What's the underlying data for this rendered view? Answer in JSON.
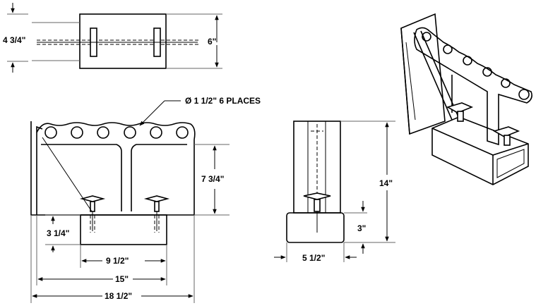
{
  "dimensions": {
    "top_width": "4 3/4\"",
    "top_length": "6\"",
    "hole_note": "Ø 1 1/2\" 6 PLACES",
    "upper_height": "7 3/4\"",
    "tube_height": "3 1/4\"",
    "tube_length": "9 1/2\"",
    "base_length": "15\"",
    "overall_length": "18 1/2\"",
    "side_height": "14\"",
    "side_tube_height": "3\"",
    "side_tube_width": "5 1/2\""
  }
}
